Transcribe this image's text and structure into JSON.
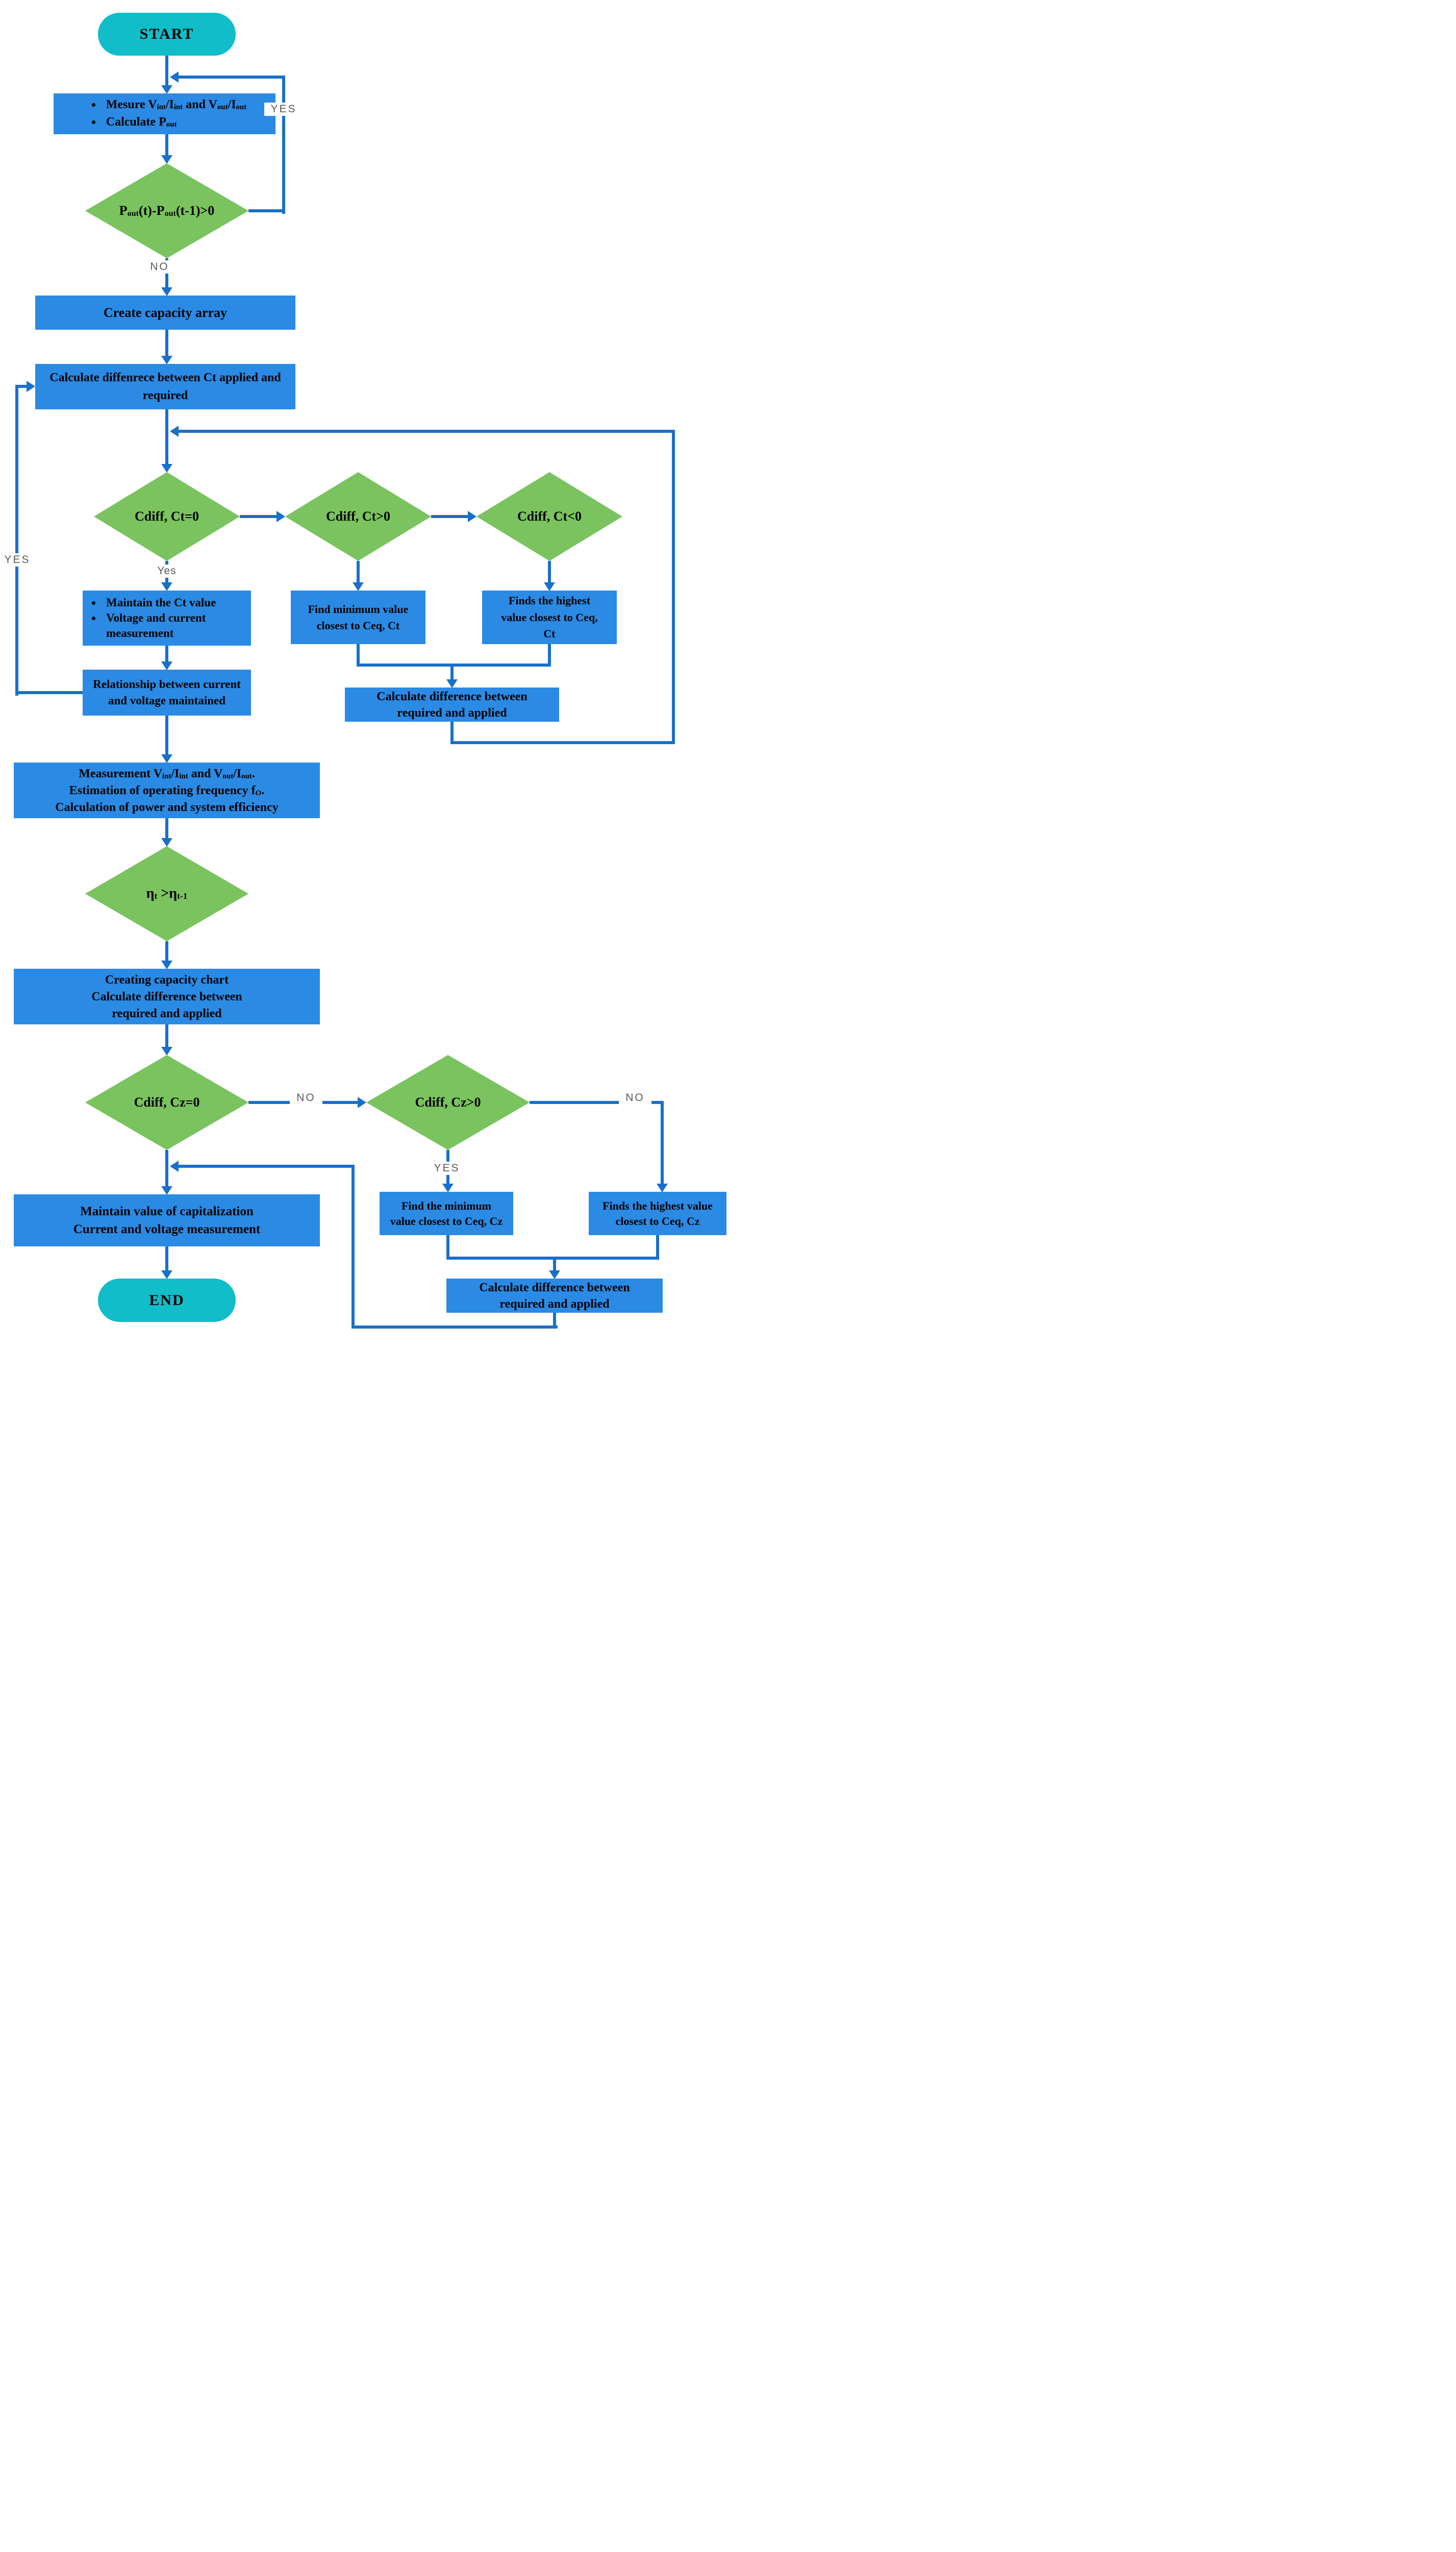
{
  "colors": {
    "process": "#2b8ae4",
    "decision": "#7ac35f",
    "terminal": "#10bdc9",
    "line": "#1a6fc9",
    "labelc": "#595959"
  },
  "labels": {
    "yes_top": "YES",
    "no_top": "NO",
    "yes_d1": "Yes",
    "yes_left": "YES",
    "no_cz0": "NO",
    "no_cz1": "NO",
    "yes_cz1": "YES"
  },
  "nodes": {
    "start": {
      "label": "START"
    },
    "measure": {
      "bullets_rich": [
        [
          {
            "t": "Mesure V"
          },
          {
            "s": "int"
          },
          {
            "t": "/I"
          },
          {
            "s": "int"
          },
          {
            "t": " and V"
          },
          {
            "s": "out"
          },
          {
            "t": "/I"
          },
          {
            "s": "out"
          }
        ],
        [
          {
            "t": "Calculate P"
          },
          {
            "s": "out"
          }
        ]
      ]
    },
    "pout_decision": {
      "segments": [
        {
          "t": "P"
        },
        {
          "s": "out"
        },
        {
          "t": "(t)-P"
        },
        {
          "s": "out"
        },
        {
          "t": "(t-1)>0"
        }
      ]
    },
    "create_array": {
      "label": "Create capacity array"
    },
    "calc_diff_ct": {
      "lines": [
        "Calculate diffenrece between Ct applied and",
        "required"
      ]
    },
    "d_ct_eq": {
      "label": "Cdiff, Ct=0"
    },
    "d_ct_gt": {
      "label": "Cdiff, Ct>0"
    },
    "d_ct_lt": {
      "label": "Cdiff, Ct<0"
    },
    "maintain_ct": {
      "bullets": [
        "Maintain the Ct value",
        "Voltage and current measurement"
      ]
    },
    "find_min_ct": {
      "lines": [
        "Find minimum value",
        "closest to Ceq, Ct"
      ]
    },
    "finds_highest_ct": {
      "lines": [
        "Finds the highest",
        "value closest to Ceq,",
        "Ct"
      ]
    },
    "calc_diff_req_ct": {
      "lines": [
        "Calculate difference between",
        "required and applied"
      ]
    },
    "relationship": {
      "lines": [
        "Relationship between current",
        "and voltage maintained"
      ]
    },
    "measurement": {
      "rich_lines": [
        [
          {
            "t": "Measurement V"
          },
          {
            "s": "int"
          },
          {
            "t": "/I"
          },
          {
            "s": "int"
          },
          {
            "t": " and V"
          },
          {
            "s": "out"
          },
          {
            "t": "/I"
          },
          {
            "s": "out"
          },
          {
            "t": "."
          }
        ],
        [
          {
            "t": "Estimation of operating frequency f"
          },
          {
            "s": "O"
          },
          {
            "t": "."
          }
        ],
        [
          {
            "t": "Calculation of power and system efficiency"
          }
        ]
      ]
    },
    "eta_decision": {
      "segments": [
        {
          "t": "η"
        },
        {
          "s": "t"
        },
        {
          "t": " >η"
        },
        {
          "s": "t-1"
        }
      ]
    },
    "creating_chart": {
      "lines": [
        "Creating capacity chart",
        "Calculate difference between",
        "required and applied"
      ]
    },
    "d_cz_eq": {
      "label": "Cdiff, Cz=0"
    },
    "d_cz_gt": {
      "label": "Cdiff, Cz>0"
    },
    "find_min_cz": {
      "lines": [
        "Find the minimum",
        "value closest to Ceq, Cz"
      ]
    },
    "finds_highest_cz": {
      "lines": [
        "Finds the highest value",
        "closest to Ceq, Cz"
      ]
    },
    "maintain_cap": {
      "lines": [
        "Maintain value of capitalization",
        "Current and voltage measurement"
      ]
    },
    "calc_diff_req_cz": {
      "lines": [
        "Calculate difference between",
        "required and applied"
      ]
    },
    "end": {
      "label": "END"
    }
  }
}
